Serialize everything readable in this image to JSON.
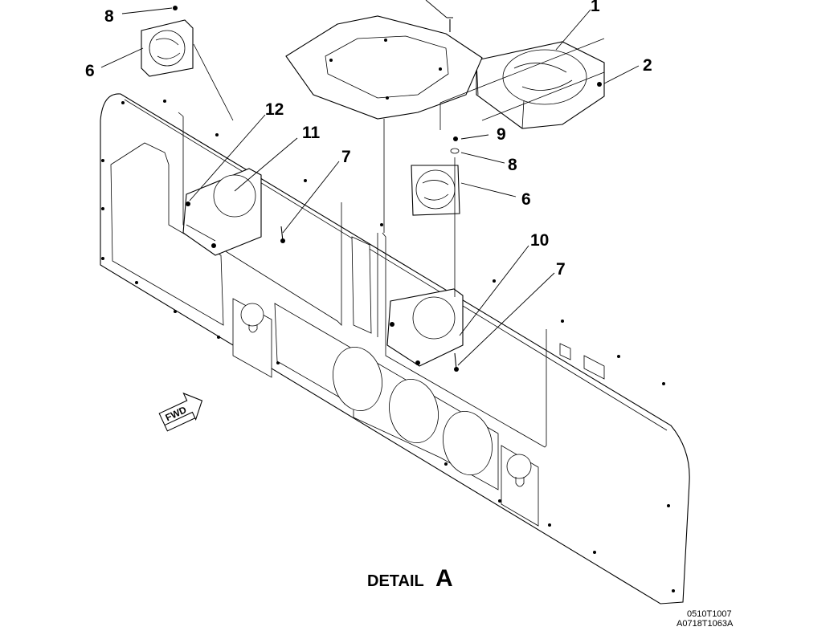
{
  "callouts": {
    "c1": "1",
    "c2": "2",
    "c6a": "6",
    "c6b": "6",
    "c7a": "7",
    "c7b": "7",
    "c8a": "8",
    "c8b": "8",
    "c9": "9",
    "c10": "10",
    "c11": "11",
    "c12": "12"
  },
  "detail": {
    "word": "DETAIL",
    "letter": "A"
  },
  "references": {
    "line1": "0510T1007",
    "line2": "A0718T1063A"
  },
  "fwd_arrow": {
    "label": "FWD"
  }
}
